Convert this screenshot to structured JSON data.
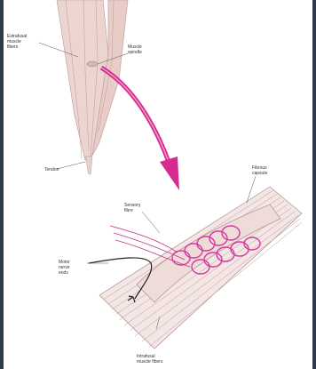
{
  "theme": {
    "frame_bg": "#2f3b4b",
    "arrow_color": "#d62a8e",
    "muscle_color": "#d9b3ae",
    "spiral_color": "#d63aa0"
  },
  "labels": {
    "extrafusal": "Extrafusal\nmuscle\nfibers",
    "muscle_spindle": "Muscle\nspindle",
    "tendon": "Tendon",
    "fibrous_capsule": "Fibrous\ncapsule",
    "sensory_fibre": "Sensory\nfibre",
    "nerve_endings": "Motor\nnerve\nends",
    "intrafusal": "Intrafusal\nmuscle fibers"
  }
}
